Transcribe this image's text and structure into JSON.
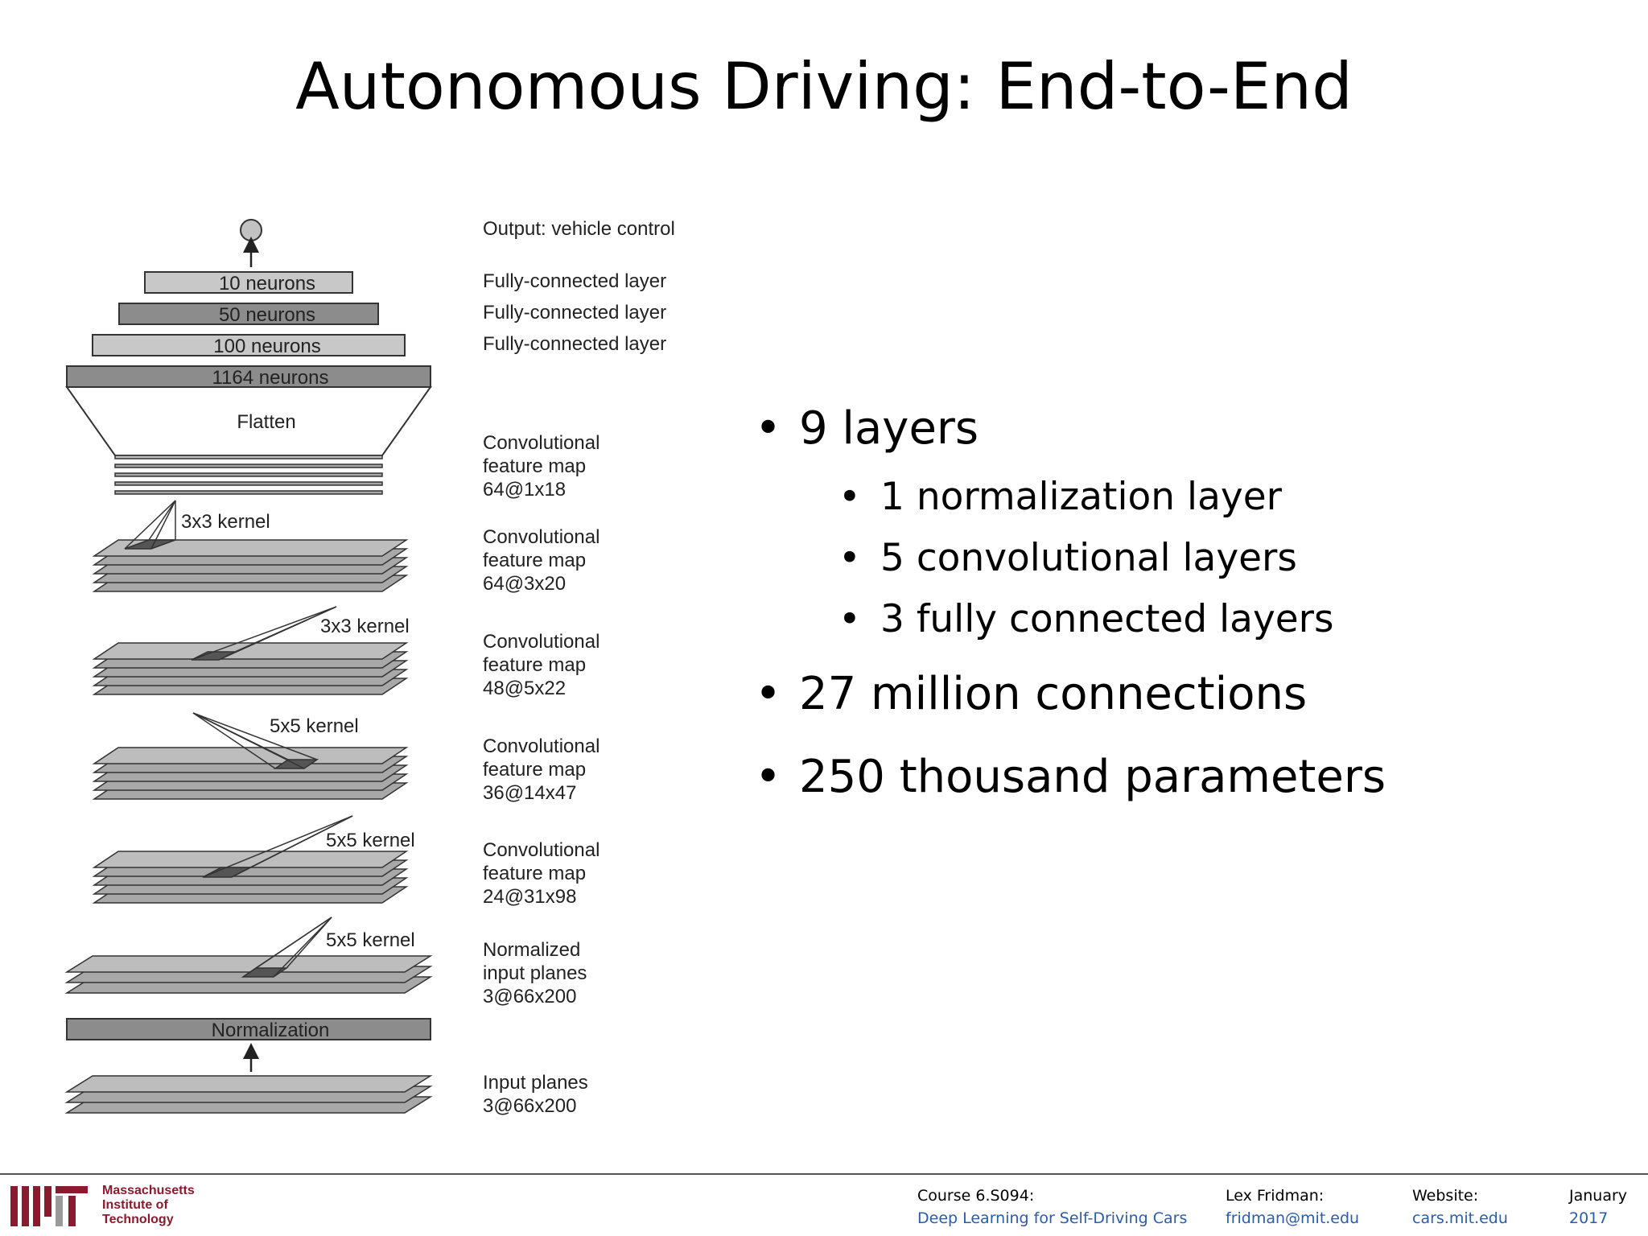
{
  "slide": {
    "title": "Autonomous Driving: End-to-End"
  },
  "diagram": {
    "output_label": "Output: vehicle control",
    "fc_boxes": [
      "10 neurons",
      "50 neurons",
      "100 neurons",
      "1164 neurons"
    ],
    "fc_labels": [
      "Fully-connected layer",
      "Fully-connected layer",
      "Fully-connected layer"
    ],
    "flatten_label": "Flatten",
    "kernels": [
      "3x3 kernel",
      "3x3 kernel",
      "5x5 kernel",
      "5x5 kernel",
      "5x5 kernel"
    ],
    "normalization_label": "Normalization",
    "layer_labels": [
      [
        "Convolutional",
        "feature map",
        "64@1x18"
      ],
      [
        "Convolutional",
        "feature map",
        "64@3x20"
      ],
      [
        "Convolutional",
        "feature map",
        "48@5x22"
      ],
      [
        "Convolutional",
        "feature map",
        "36@14x47"
      ],
      [
        "Convolutional",
        "feature map",
        "24@31x98"
      ],
      [
        "Normalized",
        "input planes",
        "3@66x200"
      ],
      [
        "Input planes",
        "3@66x200"
      ]
    ]
  },
  "bullets": [
    {
      "text": "9 layers",
      "sub": [
        "1 normalization layer",
        "5 convolutional layers",
        "3 fully connected layers"
      ]
    },
    {
      "text": "27 million connections"
    },
    {
      "text": "250 thousand parameters"
    }
  ],
  "footer": {
    "institute": [
      "Massachusetts",
      "Institute of",
      "Technology"
    ],
    "course_label": "Course 6.S094:",
    "course_name": "Deep Learning for Self-Driving Cars",
    "author_label": "Lex Fridman:",
    "author_email": "fridman@mit.edu",
    "website_label": "Website:",
    "website_url": "cars.mit.edu",
    "month": "January",
    "year": "2017"
  },
  "colors": {
    "accent_link": "#2a5ca8",
    "mit_red": "#8a1b2e"
  }
}
